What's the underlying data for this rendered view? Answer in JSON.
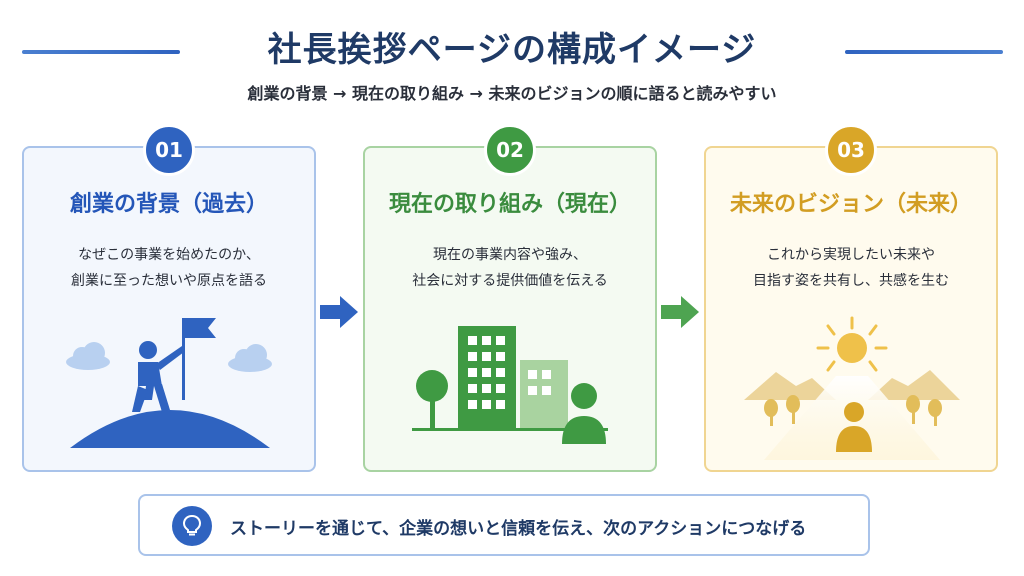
{
  "header": {
    "title": "社長挨拶ページの構成イメージ",
    "subtitle": "創業の背景 → 現在の取り組み → 未来のビジョンの順に語ると読みやすい"
  },
  "cards": [
    {
      "number": "01",
      "title": "創業の背景（過去）",
      "description_lines": [
        "なぜこの事業を始めたのか、",
        "創業に至った想いや原点を語る"
      ],
      "icon": "flag-summit-icon",
      "accent": "#2f63c0"
    },
    {
      "number": "02",
      "title": "現在の取り組み（現在）",
      "description_lines": [
        "現在の事業内容や強み、",
        "社会に対する提供価値を伝える"
      ],
      "icon": "office-building-icon",
      "accent": "#3f9a43"
    },
    {
      "number": "03",
      "title": "未来のビジョン（未来）",
      "description_lines": [
        "これから実現したい未来や",
        "目指す姿を共有し、共感を生む"
      ],
      "icon": "sunrise-path-icon",
      "accent": "#d9a628"
    }
  ],
  "footer": {
    "text": "ストーリーを通じて、企業の想いと信頼を伝え、次のアクションにつなげる",
    "icon": "lightbulb-icon"
  }
}
